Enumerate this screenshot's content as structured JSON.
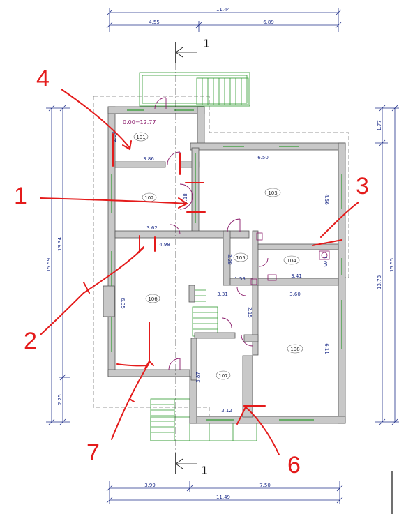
{
  "title": "",
  "level_mark": "0.00=12.77",
  "section_marks": {
    "top": "1",
    "bottom": "1"
  },
  "dimensions": {
    "top_total": "11.44",
    "top_left": "4.55",
    "top_right": "6.89",
    "bottom_total": "11.49",
    "bottom_left": "3.99",
    "bottom_right": "7.50",
    "left_outer": "15.59",
    "left_inner": "13.34",
    "left_bottom": "2.25",
    "right_top": "1.77",
    "right_middle": "13.78",
    "right_outer": "15.55"
  },
  "rooms": [
    {
      "id": "101",
      "width": "3.86",
      "height": "2.50"
    },
    {
      "id": "102",
      "width": "3.62",
      "height": "2.18"
    },
    {
      "id": "103",
      "width": "6.50",
      "height": "4.56"
    },
    {
      "id": "104",
      "width": "3.41",
      "height": "1.65"
    },
    {
      "id": "105",
      "width": "1.53",
      "height": "2.28"
    },
    {
      "id": "106",
      "width": "4.98",
      "height": "6.35",
      "extra": "3.31"
    },
    {
      "id": "107",
      "width": "3.12",
      "height": "3.87"
    },
    {
      "id": "108",
      "width": "3.60",
      "height": "6.11",
      "extra": "2.15"
    }
  ],
  "annotations": [
    "1",
    "2",
    "3",
    "4",
    "6",
    "7"
  ],
  "colors": {
    "wall": "#c8c8c8",
    "wall_stroke": "#555555",
    "dimension": "#1f2f8a",
    "door": "#8a1a6a",
    "green": "#2e9a2e",
    "annotation": "#e41b1b"
  }
}
